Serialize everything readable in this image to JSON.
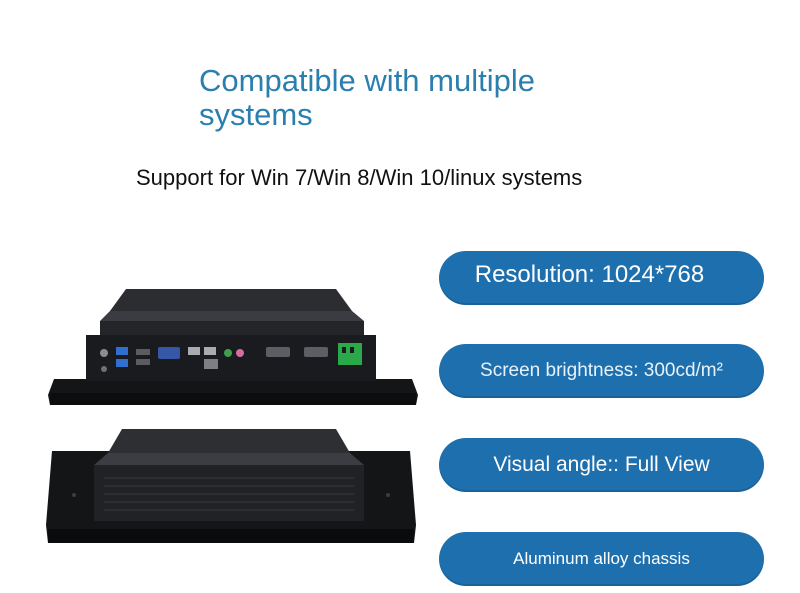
{
  "title": "Compatible with multiple systems",
  "subtitle": "Support for Win 7/Win 8/Win 10/linux systems",
  "features": [
    {
      "label": "Resolution: 1024*768"
    },
    {
      "label": "Screen brightness: 300cd/m²"
    },
    {
      "label": "Visual angle:: Full View"
    },
    {
      "label": "Aluminum alloy chassis"
    }
  ],
  "colors": {
    "accent_text": "#2a7fae",
    "pill_background": "#1e6fae",
    "pill_text": "#ffffff",
    "device_body": "#1b1d20"
  },
  "images": [
    {
      "name": "device-rear-ports-view"
    },
    {
      "name": "device-rear-heatsink-view"
    }
  ]
}
